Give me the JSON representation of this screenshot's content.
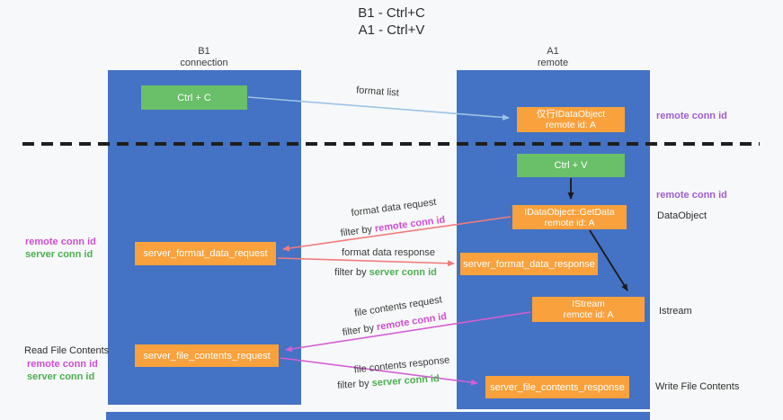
{
  "title": {
    "line1": "B1 - Ctrl+C",
    "line2": "A1 - Ctrl+V"
  },
  "lanes": {
    "left": {
      "name": "B1",
      "subtitle": "connection"
    },
    "right": {
      "name": "A1",
      "subtitle": "remote"
    }
  },
  "nodes": {
    "ctrl_c": {
      "label": "Ctrl + C"
    },
    "remote_dataobject": {
      "line1": "仅行IDataObject",
      "line2": "remote id: A"
    },
    "ctrl_v": {
      "label": "Ctrl + V"
    },
    "getdata": {
      "line1": "IDataObject::GetData",
      "line2": "remote id: A"
    },
    "format_request": {
      "label": "server_format_data_request"
    },
    "format_response": {
      "label": "server_format_data_response"
    },
    "istream": {
      "line1": "IStream",
      "line2": "remote id: A"
    },
    "file_request": {
      "label": "server_file_contents_request"
    },
    "file_response": {
      "label": "server_file_contents_response"
    }
  },
  "edges": {
    "format_list": "format list",
    "format_data_request": "format data request",
    "format_data_response": "format data response",
    "file_contents_request": "file contents request",
    "file_contents_response": "file contents response",
    "filter_by": "filter by ",
    "remote_conn_id": "remote conn id",
    "server_conn_id": "server conn id"
  },
  "annotations": {
    "right_remote_conn_id_top": "remote conn id",
    "right_remote_conn_id_mid": "remote conn id",
    "dataobject": "DataObject",
    "istream": "Istream",
    "write_file_contents": "Write File Contents",
    "left_remote_conn_id_1": "remote conn id",
    "left_server_conn_id_1": "server conn id",
    "read_file_contents": "Read File Contents",
    "left_remote_conn_id_2": "remote conn id",
    "left_server_conn_id_2": "server conn id"
  },
  "colors": {
    "lane_blue": "#4472c4",
    "box_orange": "#f9a13c",
    "box_green": "#6abf69",
    "arrow_blue": "#9dc3e6",
    "arrow_red": "#f07b7b",
    "arrow_magenta": "#d45fd4",
    "arrow_black": "#1a1a1a",
    "text_purple": "#9e5fd0",
    "text_magenta": "#cf4ed0",
    "text_green": "#4caf50"
  }
}
